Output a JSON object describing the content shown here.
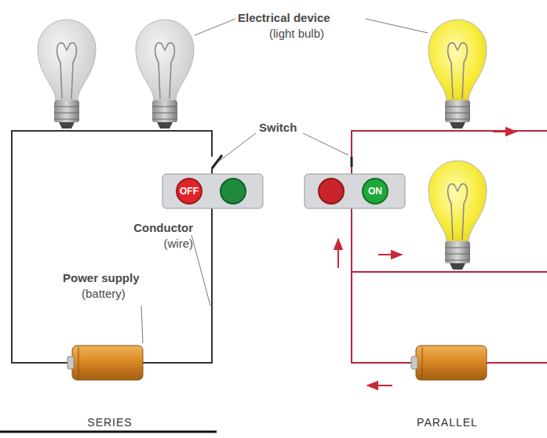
{
  "diagram": {
    "nodes": [
      {
        "text": [
          "OFF"
        ]
      },
      {
        "text": [
          "ON"
        ]
      }
    ],
    "labels": [
      "Electrical device",
      "(light bulb)",
      "Switch",
      "Conductor",
      "(wire)",
      "Power supply",
      "(battery)",
      "SERIES",
      "PARALLEL"
    ]
  }
}
